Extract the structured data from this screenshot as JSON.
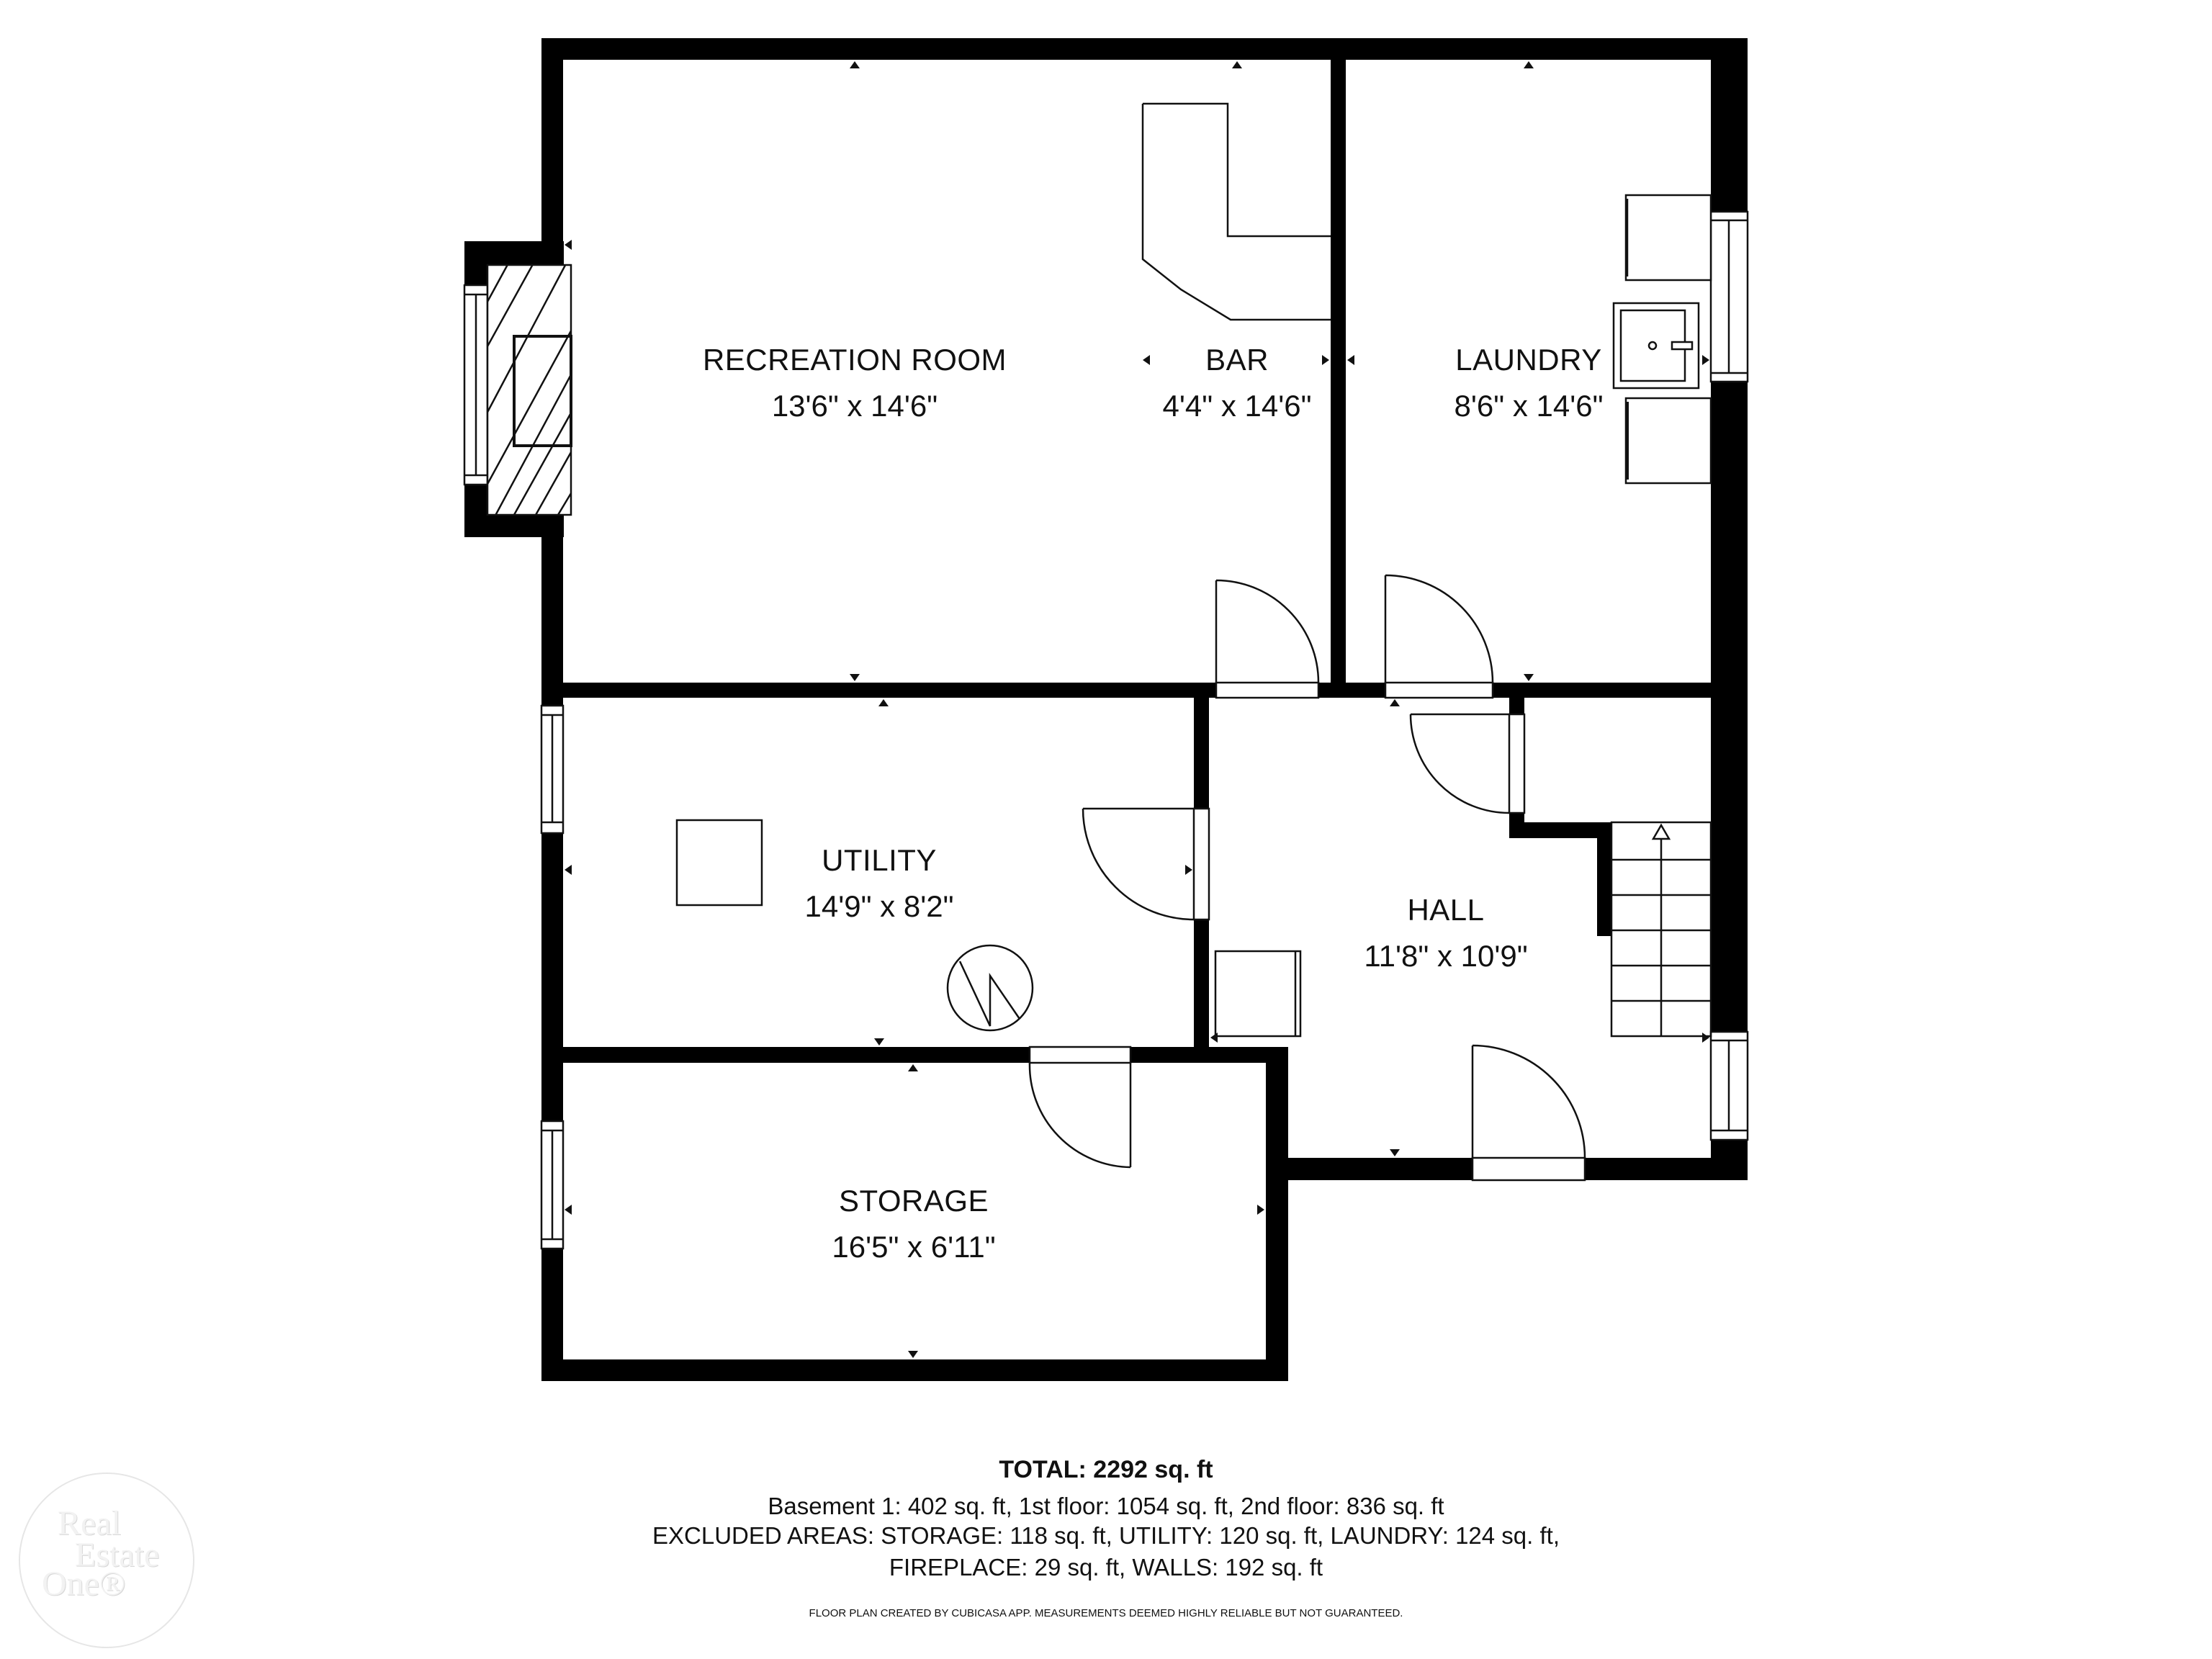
{
  "floor_plan": {
    "rooms": [
      {
        "name": "RECREATION ROOM",
        "dimensions": "13'6\" x 14'6\""
      },
      {
        "name": "BAR",
        "dimensions": "4'4\" x 14'6\""
      },
      {
        "name": "LAUNDRY",
        "dimensions": "8'6\" x 14'6\""
      },
      {
        "name": "UTILITY",
        "dimensions": "14'9\" x 8'2\""
      },
      {
        "name": "HALL",
        "dimensions": "11'8\" x 10'9\""
      },
      {
        "name": "STORAGE",
        "dimensions": "16'5\" x 6'11\""
      }
    ],
    "fixtures": [
      "fireplace",
      "bar-counter",
      "washer",
      "laundry-sink",
      "dryer",
      "furnace-box",
      "water-heater",
      "cabinet",
      "stairs-up"
    ],
    "colors": {
      "wall": "#000000",
      "background": "#ffffff",
      "line": "#111111"
    }
  },
  "summary": {
    "total": "TOTAL: 2292 sq. ft",
    "floors": "Basement 1: 402 sq. ft, 1st floor: 1054 sq. ft, 2nd floor: 836 sq. ft",
    "excluded_1": "EXCLUDED AREAS: STORAGE: 118 sq. ft, UTILITY: 120 sq. ft, LAUNDRY: 124 sq. ft,",
    "excluded_2": "FIREPLACE: 29 sq. ft, WALLS: 192 sq. ft",
    "disclaimer": "FLOOR PLAN CREATED BY CUBICASA APP. MEASUREMENTS DEEMED HIGHLY RELIABLE BUT NOT GUARANTEED."
  },
  "watermark": {
    "line1": "Real",
    "line2": "Estate",
    "line3": "One®"
  }
}
